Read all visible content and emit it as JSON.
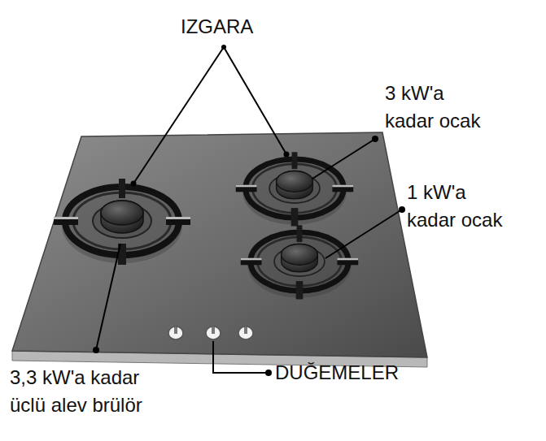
{
  "diagram": {
    "labels": [
      "IZGARA",
      "3 kW'a kadar ocak",
      "1 kW'a kadar ocak",
      "DUĞEMELER",
      "3,3 kW'a kadar üclü alev brülör"
    ]
  }
}
